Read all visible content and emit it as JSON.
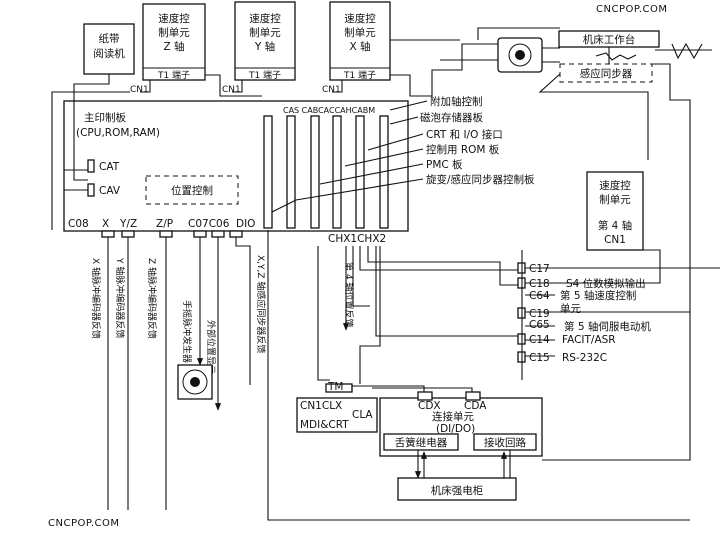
{
  "watermark_top": "CNCPOP.COM",
  "watermark_bottom": "CNCPOP.COM",
  "tape_reader": [
    "纸带",
    "阅读机"
  ],
  "speed_units": {
    "z": [
      "速度控",
      "制单元",
      "Z 轴"
    ],
    "y": [
      "速度控",
      "制单元",
      "Y 轴"
    ],
    "x": [
      "速度控",
      "制单元",
      "X 轴"
    ],
    "terminal": "T1 端子",
    "cn1": "CN1"
  },
  "machine_table": "机床工作台",
  "inductosyn": "感应同步器",
  "main_board": {
    "title": "主印制板",
    "subtitle": "(CPU,ROM,RAM)",
    "cat": "CAT",
    "cav": "CAV",
    "position_control": "位置控制",
    "slot_header": "CAS CABCACCAHCABM",
    "bottom_ports": [
      "C08",
      "X",
      "Y/Z",
      "Z/P",
      "C07C06",
      "DIO"
    ],
    "chx": "CHX1CHX2"
  },
  "board_labels": [
    "附加轴控制",
    "磁泡存储器板",
    "CRT 和 I/O 接口",
    "控制用 ROM 板",
    "PMC 板",
    "旋变/感应同步器控制板"
  ],
  "fourth_axis": [
    "速度控",
    "制单元",
    "第 4 轴",
    "CN1"
  ],
  "right_ports": [
    {
      "code": "C17",
      "label": ""
    },
    {
      "code": "C18",
      "label": "S4 位数模拟输出"
    },
    {
      "code": "C64",
      "label": "第 5 轴速度控制"
    },
    {
      "code": "",
      "label": "单元"
    },
    {
      "code": "C19",
      "label": ""
    },
    {
      "code": "C65",
      "label": "第 5 轴伺服电动机"
    },
    {
      "code": "C14",
      "label": "FACIT/ASR"
    },
    {
      "code": "C15",
      "label": "RS-232C"
    }
  ],
  "vertical_labels": [
    "X 轴脉冲编码器反馈",
    "Y 轴脉冲编码器反馈",
    "Z 轴脉冲编码器反馈",
    "手摇脉冲发生器",
    "外部位置显示",
    "X,Y,Z 轴感应同步器反馈",
    "第 4 轴位置反馈"
  ],
  "mdi": {
    "tm": "TM",
    "ports": "CN1CLX",
    "cla": "CLA",
    "title": "MDI&CRT"
  },
  "io_unit": {
    "cdx": "CDX",
    "cda": "CDA",
    "title": "连接单元",
    "subtitle": "(DI/DO)",
    "relay": "舌簧继电器",
    "receiver": "接收回路"
  },
  "cabinet": "机床强电柜"
}
